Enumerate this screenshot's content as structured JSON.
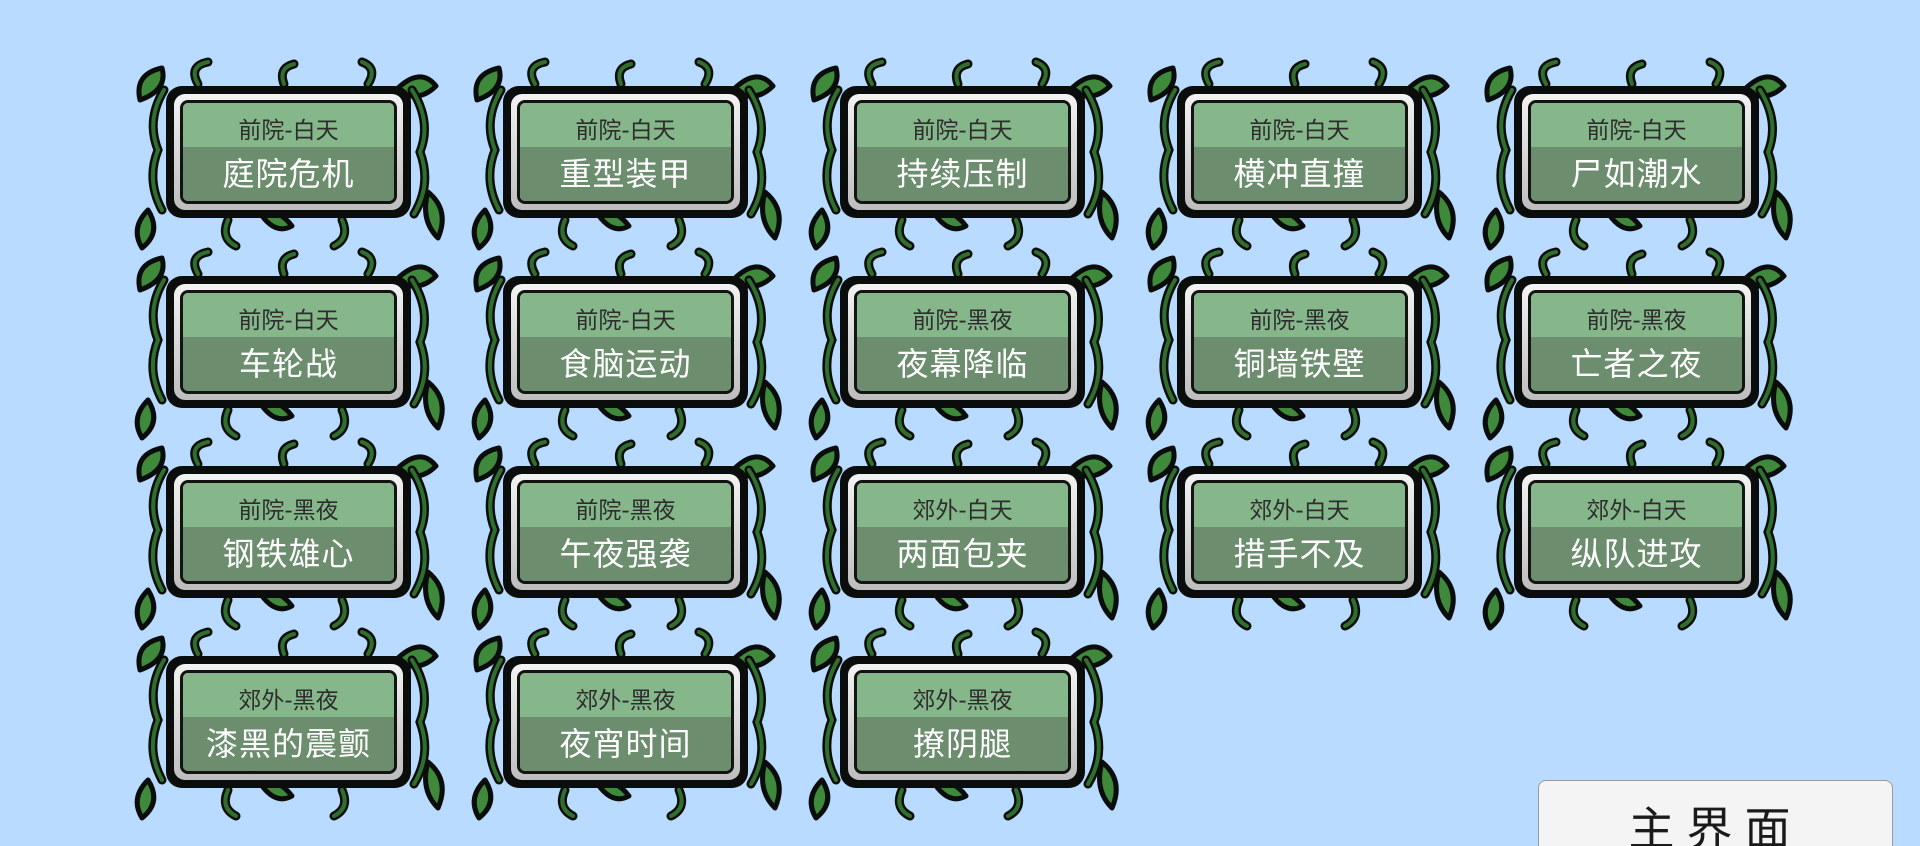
{
  "levels": [
    {
      "area": "前院-白天",
      "name": "庭院危机"
    },
    {
      "area": "前院-白天",
      "name": "重型装甲"
    },
    {
      "area": "前院-白天",
      "name": "持续压制"
    },
    {
      "area": "前院-白天",
      "name": "横冲直撞"
    },
    {
      "area": "前院-白天",
      "name": "尸如潮水"
    },
    {
      "area": "前院-白天",
      "name": "车轮战"
    },
    {
      "area": "前院-白天",
      "name": "食脑运动"
    },
    {
      "area": "前院-黑夜",
      "name": "夜幕降临"
    },
    {
      "area": "前院-黑夜",
      "name": "铜墙铁壁"
    },
    {
      "area": "前院-黑夜",
      "name": "亡者之夜"
    },
    {
      "area": "前院-黑夜",
      "name": "钢铁雄心"
    },
    {
      "area": "前院-黑夜",
      "name": "午夜强袭"
    },
    {
      "area": "郊外-白天",
      "name": "两面包夹"
    },
    {
      "area": "郊外-白天",
      "name": "措手不及"
    },
    {
      "area": "郊外-白天",
      "name": "纵队进攻"
    },
    {
      "area": "郊外-黑夜",
      "name": "漆黑的震颤"
    },
    {
      "area": "郊外-黑夜",
      "name": "夜宵时间"
    },
    {
      "area": "郊外-黑夜",
      "name": "撩阴腿"
    }
  ],
  "main_menu_button": {
    "label": "主界面"
  },
  "colors": {
    "background": "#b9dbff",
    "plate_top": "#85b78a",
    "plate_bottom": "#6c8d6e",
    "leaf": "#3f8a3a",
    "frame": "#0b0d0c"
  },
  "icons": {
    "card_decoration": "vine-leaf-icon"
  }
}
